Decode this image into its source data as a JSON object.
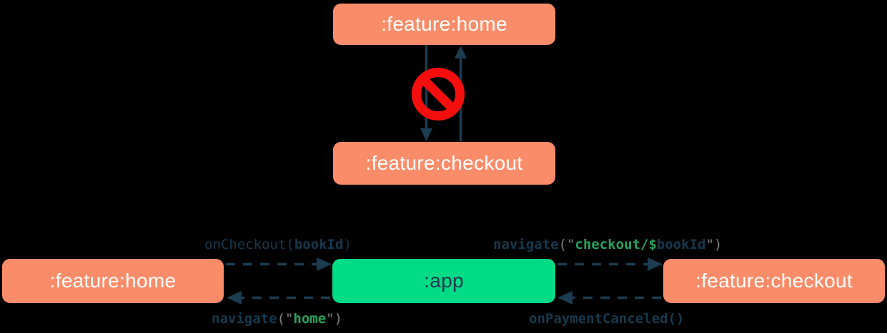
{
  "colors": {
    "background": "#000000",
    "feature_box": "#FB8C69",
    "app_box": "#00DC86",
    "box_text_light": "#FFFFFF",
    "box_text_dark": "#16384E",
    "arrow": "#1C3C50",
    "no_entry": "#F40E0E",
    "code_navy": "#17394E",
    "code_green": "#27A35F",
    "code_gray": "#818181"
  },
  "top_diagram": {
    "home_box_label": ":feature:home",
    "checkout_box_label": ":feature:checkout",
    "no_entry_icon": "no-entry-prohibition-sign"
  },
  "bottom_diagram": {
    "home_box_label": ":feature:home",
    "app_box_label": ":app",
    "checkout_box_label": ":feature:checkout",
    "code_labels": {
      "on_checkout": [
        {
          "text": "onCheckout(",
          "color": "navy",
          "bold": false
        },
        {
          "text": "bookId",
          "color": "navy",
          "bold": true
        },
        {
          "text": ")",
          "color": "navy",
          "bold": false
        }
      ],
      "navigate_home": [
        {
          "text": "navigate",
          "color": "navy",
          "bold": true
        },
        {
          "text": "(\"",
          "color": "gray",
          "bold": false
        },
        {
          "text": "home",
          "color": "green",
          "bold": true
        },
        {
          "text": "\")",
          "color": "gray",
          "bold": false
        }
      ],
      "navigate_checkout": [
        {
          "text": "navigate",
          "color": "navy",
          "bold": true
        },
        {
          "text": "(\"",
          "color": "gray",
          "bold": false
        },
        {
          "text": "checkout/$",
          "color": "green",
          "bold": true
        },
        {
          "text": "bookId",
          "color": "navy",
          "bold": true
        },
        {
          "text": "\")",
          "color": "gray",
          "bold": false
        }
      ],
      "on_payment_canceled": [
        {
          "text": "onPaymentCanceled()",
          "color": "navy",
          "bold": true
        }
      ]
    }
  }
}
